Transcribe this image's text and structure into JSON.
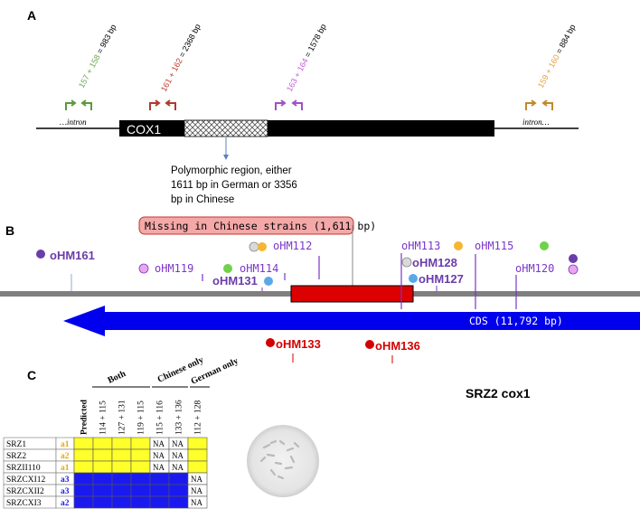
{
  "panel_a": {
    "label": "A",
    "intron_left": "…intron",
    "intron_right": "intron…",
    "gene_label": "COX1",
    "polymorphic_note": [
      "Polymorphic region, either",
      "1611 bp in German or 3356",
      "bp in Chinese"
    ],
    "primer_pairs": [
      {
        "p1": "157",
        "plus": " + ",
        "p2": "158",
        "size": " = 983 bp",
        "color": "#6aa84f"
      },
      {
        "p1": "161",
        "plus": " + ",
        "p2": "162",
        "size": " = 2368 bp",
        "color": "#c0392b"
      },
      {
        "p1": "163",
        "plus": " + ",
        "p2": "164",
        "size": " = 1578 bp",
        "color": "#c65fd8"
      },
      {
        "p1": "159",
        "plus": " + ",
        "p2": "160",
        "size": " = 884 bp",
        "color": "#e6a23c"
      }
    ]
  },
  "panel_b": {
    "label": "B",
    "missing_label": "Missing in Chinese strains (1,611 bp)",
    "cds_label": "CDS (11,792 bp)",
    "primers": {
      "oHM161": "oHM161",
      "oHM119": "oHM119",
      "oHM112": "oHM112",
      "oHM114": "oHM114",
      "oHM131": "oHM131",
      "oHM113": "oHM113",
      "oHM128": "oHM128",
      "oHM127": "oHM127",
      "oHM115": "oHM115",
      "oHM120": "oHM120",
      "oHM133": "oHM133",
      "oHM136": "oHM136"
    },
    "colors": {
      "bar": "#7f7f7f",
      "missing": "#dd0000",
      "cds": "#0000ee",
      "primer_text": "#7a36c8",
      "primer_red": "#d40000"
    }
  },
  "panel_c": {
    "label": "C",
    "title": "SRZ2 cox1",
    "group_headers": [
      "Both",
      "Chinese only",
      "German only"
    ],
    "columns": [
      "Predicted",
      "114 + 115",
      "127 + 131",
      "119 + 115",
      "115 + 116",
      "133 + 136",
      "112 + 128"
    ],
    "rows": [
      {
        "name": "SRZ1",
        "allele": "a1",
        "cells": [
          "",
          "",
          "",
          "",
          "NA",
          "NA",
          ""
        ]
      },
      {
        "name": "SRZ2",
        "allele": "a2",
        "cells": [
          "",
          "",
          "",
          "",
          "NA",
          "NA",
          ""
        ]
      },
      {
        "name": "SRZII110",
        "allele": "a1",
        "cells": [
          "",
          "",
          "",
          "",
          "NA",
          "NA",
          ""
        ]
      },
      {
        "name": "SRZCXI12",
        "allele": "a3",
        "cells": [
          "",
          "",
          "",
          "",
          "",
          "",
          "NA"
        ]
      },
      {
        "name": "SRZCXII2",
        "allele": "a3",
        "cells": [
          "",
          "",
          "",
          "",
          "",
          "",
          "NA"
        ]
      },
      {
        "name": "SRZCXI3",
        "allele": "a2",
        "cells": [
          "",
          "",
          "",
          "",
          "",
          "",
          "NA"
        ]
      }
    ],
    "colors": {
      "german": "#ffff2a",
      "chinese": "#1a1aee",
      "allele_german": "#e6a800",
      "allele_chinese": "#1a1aee"
    }
  }
}
